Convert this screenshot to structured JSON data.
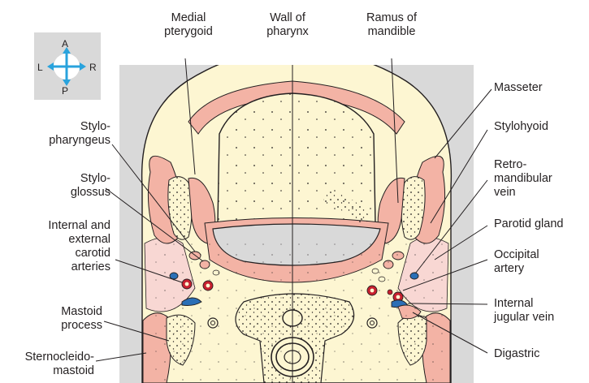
{
  "orientation": {
    "anterior": "A",
    "posterior": "P",
    "left": "L",
    "right": "R",
    "arrow_color": "#29a3dd"
  },
  "colors": {
    "muscle": "#f3b3a5",
    "muscle_dark": "#e8998a",
    "tissue": "#fdf6d2",
    "bone_dots": "#231f20",
    "artery": "#c8202f",
    "vein": "#2b6fb6",
    "background": "#d9d9d9",
    "gland": "#f8d7d3"
  },
  "labels": {
    "top": [
      {
        "lines": [
          "Medial",
          "pterygoid"
        ]
      },
      {
        "lines": [
          "Wall of",
          "pharynx"
        ]
      },
      {
        "lines": [
          "Ramus of",
          "mandible"
        ]
      }
    ],
    "left": [
      {
        "lines": [
          "Stylo-",
          "pharyngeus"
        ]
      },
      {
        "lines": [
          "Stylo-",
          "glossus"
        ]
      },
      {
        "lines": [
          "Internal and",
          "external",
          "carotid",
          "arteries"
        ]
      },
      {
        "lines": [
          "Mastoid",
          "process"
        ]
      },
      {
        "lines": [
          "Sternocleido-",
          "mastoid"
        ]
      }
    ],
    "right": [
      {
        "lines": [
          "Masseter"
        ]
      },
      {
        "lines": [
          "Stylohyoid"
        ]
      },
      {
        "lines": [
          "Retro-",
          "mandibular",
          "vein"
        ]
      },
      {
        "lines": [
          "Parotid gland"
        ]
      },
      {
        "lines": [
          "Occipital",
          "artery"
        ]
      },
      {
        "lines": [
          "Internal",
          "jugular vein"
        ]
      },
      {
        "lines": [
          "Digastric"
        ]
      }
    ]
  }
}
